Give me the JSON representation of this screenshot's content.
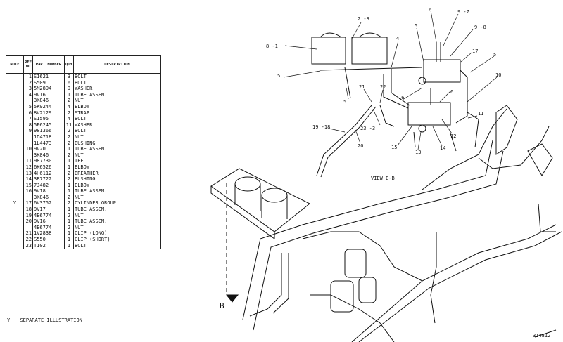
{
  "table": {
    "headers": [
      "NOTE",
      "REF NO",
      "PART NUMBER",
      "QTY",
      "DESCRIPTION"
    ],
    "rows": [
      {
        "note": "",
        "ref": "1",
        "part": "S1621",
        "qty": "3",
        "desc": "BOLT"
      },
      {
        "note": "",
        "ref": "2",
        "part": "S509",
        "qty": "6",
        "desc": "BOLT"
      },
      {
        "note": "",
        "ref": "3",
        "part": "5M2894",
        "qty": "9",
        "desc": "WASHER"
      },
      {
        "note": "",
        "ref": "4",
        "part": "9V16",
        "qty": "1",
        "desc": "TUBE ASSEM."
      },
      {
        "note": "",
        "ref": "",
        "part": "3K846",
        "qty": "2",
        "desc": "  NUT"
      },
      {
        "note": "",
        "ref": "5",
        "part": "5K9244",
        "qty": "4",
        "desc": "ELBOW"
      },
      {
        "note": "",
        "ref": "6",
        "part": "8V2129",
        "qty": "2",
        "desc": "STRAP"
      },
      {
        "note": "",
        "ref": "7",
        "part": "S1595",
        "qty": "4",
        "desc": "BOLT"
      },
      {
        "note": "",
        "ref": "8",
        "part": "5P6245",
        "qty": "11",
        "desc": "WASHER"
      },
      {
        "note": "",
        "ref": "9",
        "part": "981366",
        "qty": "2",
        "desc": "BOLT"
      },
      {
        "note": "",
        "ref": "",
        "part": "1D4718",
        "qty": "2",
        "desc": "NUT"
      },
      {
        "note": "",
        "ref": "",
        "part": "1L4473",
        "qty": "2",
        "desc": "BUSHING"
      },
      {
        "note": "",
        "ref": "10",
        "part": "9V20",
        "qty": "1",
        "desc": "TUBE ASSEM."
      },
      {
        "note": "",
        "ref": "",
        "part": "3K846",
        "qty": "2",
        "desc": "  NUT"
      },
      {
        "note": "",
        "ref": "11",
        "part": "987730",
        "qty": "1",
        "desc": "TEE"
      },
      {
        "note": "",
        "ref": "12",
        "part": "6K6526",
        "qty": "1",
        "desc": "ELBOW"
      },
      {
        "note": "",
        "ref": "13",
        "part": "4H6112",
        "qty": "2",
        "desc": "BREATHER"
      },
      {
        "note": "",
        "ref": "14",
        "part": "3B7722",
        "qty": "2",
        "desc": "BUSHING"
      },
      {
        "note": "",
        "ref": "15",
        "part": "7J482",
        "qty": "1",
        "desc": "ELBOW"
      },
      {
        "note": "",
        "ref": "16",
        "part": "9V18",
        "qty": "1",
        "desc": "TUBE ASSEM."
      },
      {
        "note": "",
        "ref": "",
        "part": "3K846",
        "qty": "2",
        "desc": "  NUT"
      },
      {
        "note": "Y",
        "ref": "17",
        "part": "6V3752",
        "qty": "2",
        "desc": "CYLINDER GROUP"
      },
      {
        "note": "",
        "ref": "18",
        "part": "9V17",
        "qty": "1",
        "desc": "TUBE ASSEM."
      },
      {
        "note": "",
        "ref": "19",
        "part": "4B6774",
        "qty": "2",
        "desc": "  NUT"
      },
      {
        "note": "",
        "ref": "20",
        "part": "9V16",
        "qty": "1",
        "desc": "TUBE ASSEM."
      },
      {
        "note": "",
        "ref": "",
        "part": "4B6774",
        "qty": "2",
        "desc": "  NUT"
      },
      {
        "note": "",
        "ref": "21",
        "part": "1V2838",
        "qty": "1",
        "desc": "CLIP (LONG)"
      },
      {
        "note": "",
        "ref": "22",
        "part": "S550",
        "qty": "1",
        "desc": "CLIP (SHORT)"
      },
      {
        "note": "",
        "ref": "23",
        "part": "T102",
        "qty": "1",
        "desc": "BOLT"
      }
    ]
  },
  "footnote": {
    "symbol": "Y",
    "text": "SEPARATE ILLUSTRATION"
  },
  "view_label": "VIEW B-B",
  "figure_number": "314812",
  "callouts": {
    "c8_1": "8 -1",
    "c2_3": "2 -3",
    "c6a": "6",
    "c9_7": "9 -7",
    "c9_8": "9 -8",
    "c4": "4",
    "c5a": "5",
    "c17": "17",
    "c5b": "5",
    "c5c": "5",
    "c10": "10",
    "c21": "21",
    "c22": "22",
    "c16": "16",
    "c6b": "6",
    "c5d": "5",
    "c23_3": "23 -3",
    "c11": "11",
    "c12": "12",
    "c19_18": "19 -18",
    "c20": "20",
    "c15": "15",
    "c13": "13",
    "c14": "14",
    "cB": "B"
  }
}
